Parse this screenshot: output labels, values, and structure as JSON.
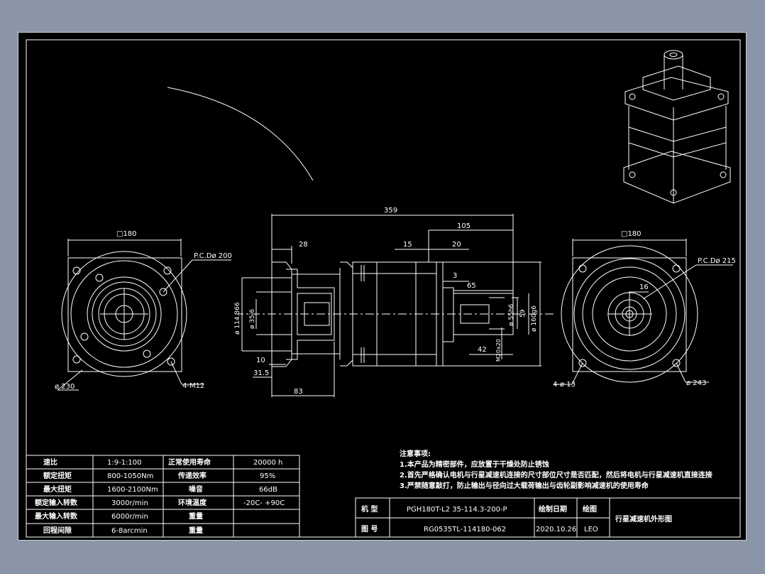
{
  "colors": {
    "background": "#8a96a8",
    "sheet": "#000000",
    "line": "#ffffff"
  },
  "dims": {
    "overall_length": "359",
    "flange_thk": "28",
    "output_len": "105",
    "d15": "15",
    "d20": "20",
    "d3": "3",
    "d65": "65",
    "d42": "42",
    "d10": "10",
    "d31_5": "31.5",
    "d83": "83",
    "dia_114": "ø 114.366",
    "dia_35": "ø 35j6",
    "dia_55": "ø 55h6",
    "dia_59": "59",
    "dia_160": "ø 160g6",
    "m20": "M20x20",
    "left_sq": "□180",
    "left_pcd": "P.C.Dø 200",
    "left_od": "ø 230",
    "left_holes": "4-M12",
    "right_sq": "□180",
    "right_pcd": "P.C.Dø 215",
    "right_key": "16",
    "right_holes": "4-ø 13",
    "right_od": "ø 243"
  },
  "spec_table": {
    "rows": [
      [
        "速比",
        "1:9-1:100",
        "正常使用寿命",
        "20000 h"
      ],
      [
        "额定扭矩",
        "800-1050Nm",
        "传递效率",
        "95%"
      ],
      [
        "最大扭矩",
        "1600-2100Nm",
        "噪音",
        "66dB"
      ],
      [
        "额定输入转数",
        "3000r/min",
        "环境温度",
        "-20C- +90C"
      ],
      [
        "最大输入转数",
        "6000r/min",
        "重量",
        ""
      ],
      [
        "回程间隙",
        "6-8arcmin",
        "重量",
        ""
      ]
    ]
  },
  "notes": {
    "title": "注意事项:",
    "lines": [
      "1.本产品为精密部件，应放置于干燥处防止锈蚀",
      "2.首先严格确认电机与行星减速机连接的尺寸部位尺寸是否匹配，然后将电机与行星减速机直接连接",
      "3.严禁随意敲打，防止输出与径向过大载荷输出与齿轮副影响减速机的使用寿命"
    ]
  },
  "title_block": {
    "model_label": "机 型",
    "model_value": "PGH180T-L2 35-114.3-200-P",
    "drawing_no_label": "图 号",
    "drawing_no_value": "RG0535TL-114180-062",
    "date_label": "绘制日期",
    "date_value": "2020.10.26",
    "drawn_label": "绘图",
    "drawn_value": "LEO",
    "title": "行星减速机外形图"
  }
}
